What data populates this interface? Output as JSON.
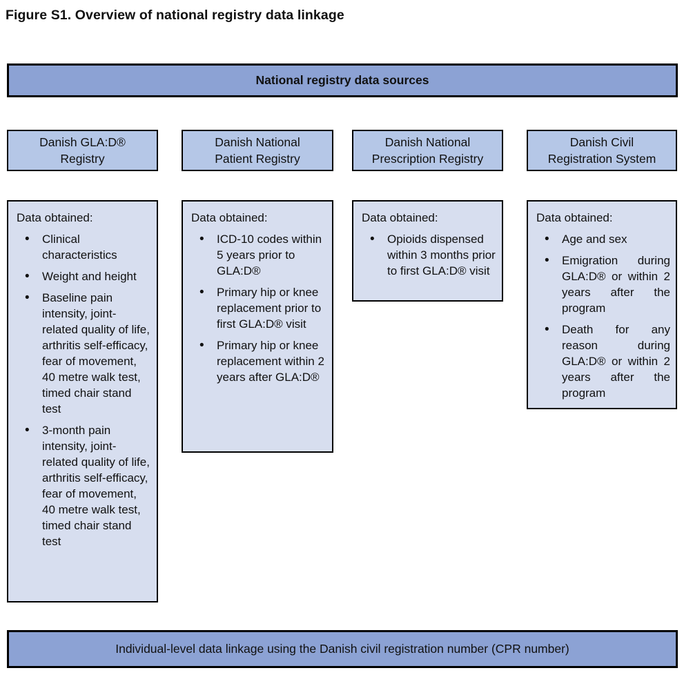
{
  "figure": {
    "title": "Figure S1. Overview of national registry data linkage"
  },
  "top_bar": {
    "label": "National registry data sources"
  },
  "registries": [
    {
      "name": "Danish GLA:D®\nRegistry",
      "data_label": "Data obtained:",
      "items": [
        "Clinical characteristics",
        "Weight and height",
        "Baseline pain intensity, joint-related quality of life, arthritis self-efficacy, fear of movement, 40 metre walk test, timed chair stand test",
        "3-month pain intensity, joint-related quality of life, arthritis self-efficacy, fear of movement, 40 metre walk test, timed chair stand test"
      ]
    },
    {
      "name": "Danish National\nPatient Registry",
      "data_label": "Data obtained:",
      "items": [
        "ICD-10 codes within 5 years prior to GLA:D®",
        "Primary hip or knee replacement prior to first GLA:D® visit",
        "Primary hip or knee replacement within 2 years after GLA:D®"
      ]
    },
    {
      "name": "Danish National\nPrescription Registry",
      "data_label": "Data obtained:",
      "items": [
        "Opioids dispensed within 3 months prior to first GLA:D® visit"
      ]
    },
    {
      "name": "Danish Civil\nRegistration System",
      "data_label": "Data obtained:",
      "items": [
        "Age and sex",
        "Emigration during GLA:D® or within 2 years after the program",
        "Death for any reason during GLA:D® or within 2 years after the program"
      ]
    }
  ],
  "bottom_bar": {
    "label": "Individual-level data linkage using the Danish civil registration number (CPR number)"
  },
  "colors": {
    "bar_fill": "#8CA2D4",
    "registry_fill": "#B5C7E7",
    "data_fill": "#D7DEEF",
    "border": "#000000"
  }
}
